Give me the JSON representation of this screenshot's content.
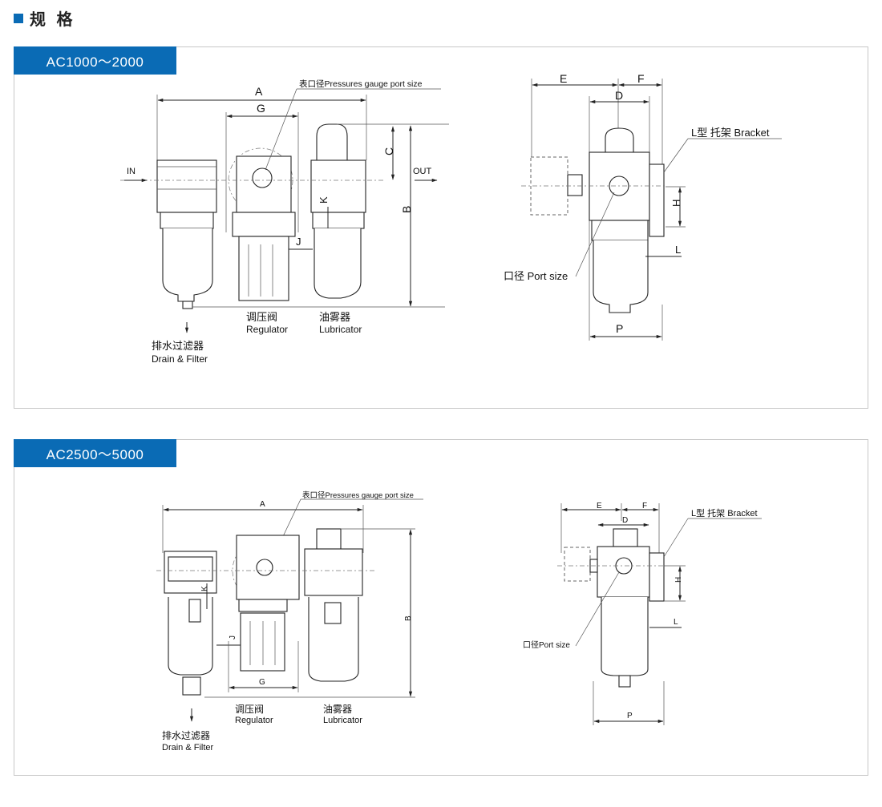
{
  "header": {
    "title": "规 格"
  },
  "sections": [
    {
      "tab": "AC1000～2000",
      "front": {
        "gauge_port": "表口径Pressures gauge port size",
        "in": "IN",
        "out": "OUT",
        "dims": {
          "A": "A",
          "G": "G",
          "C": "C",
          "B": "B",
          "K": "K",
          "J": "J"
        },
        "regulator_cn": "调压阀",
        "regulator_en": "Regulator",
        "lubricator_cn": "油雾器",
        "lubricator_en": "Lubricator",
        "drain_cn": "排水过滤器",
        "drain_en": "Drain & Filter"
      },
      "side": {
        "dims": {
          "E": "E",
          "F": "F",
          "D": "D",
          "H": "H",
          "L": "L",
          "P": "P"
        },
        "bracket": "L型 托架 Bracket",
        "port": "口径 Port size"
      }
    },
    {
      "tab": "AC2500～5000",
      "front": {
        "gauge_port": "表口径Pressures gauge port size",
        "dims": {
          "A": "A",
          "G": "G",
          "B": "B",
          "K": "K",
          "J": "J"
        },
        "regulator_cn": "调压阀",
        "regulator_en": "Regulator",
        "lubricator_cn": "油雾器",
        "lubricator_en": "Lubricator",
        "drain_cn": "排水过滤器",
        "drain_en": "Drain & Filter"
      },
      "side": {
        "dims": {
          "E": "E",
          "F": "F",
          "D": "D",
          "H": "H",
          "L": "L",
          "P": "P"
        },
        "bracket": "L型 托架 Bracket",
        "port": "口径Port size"
      }
    }
  ]
}
